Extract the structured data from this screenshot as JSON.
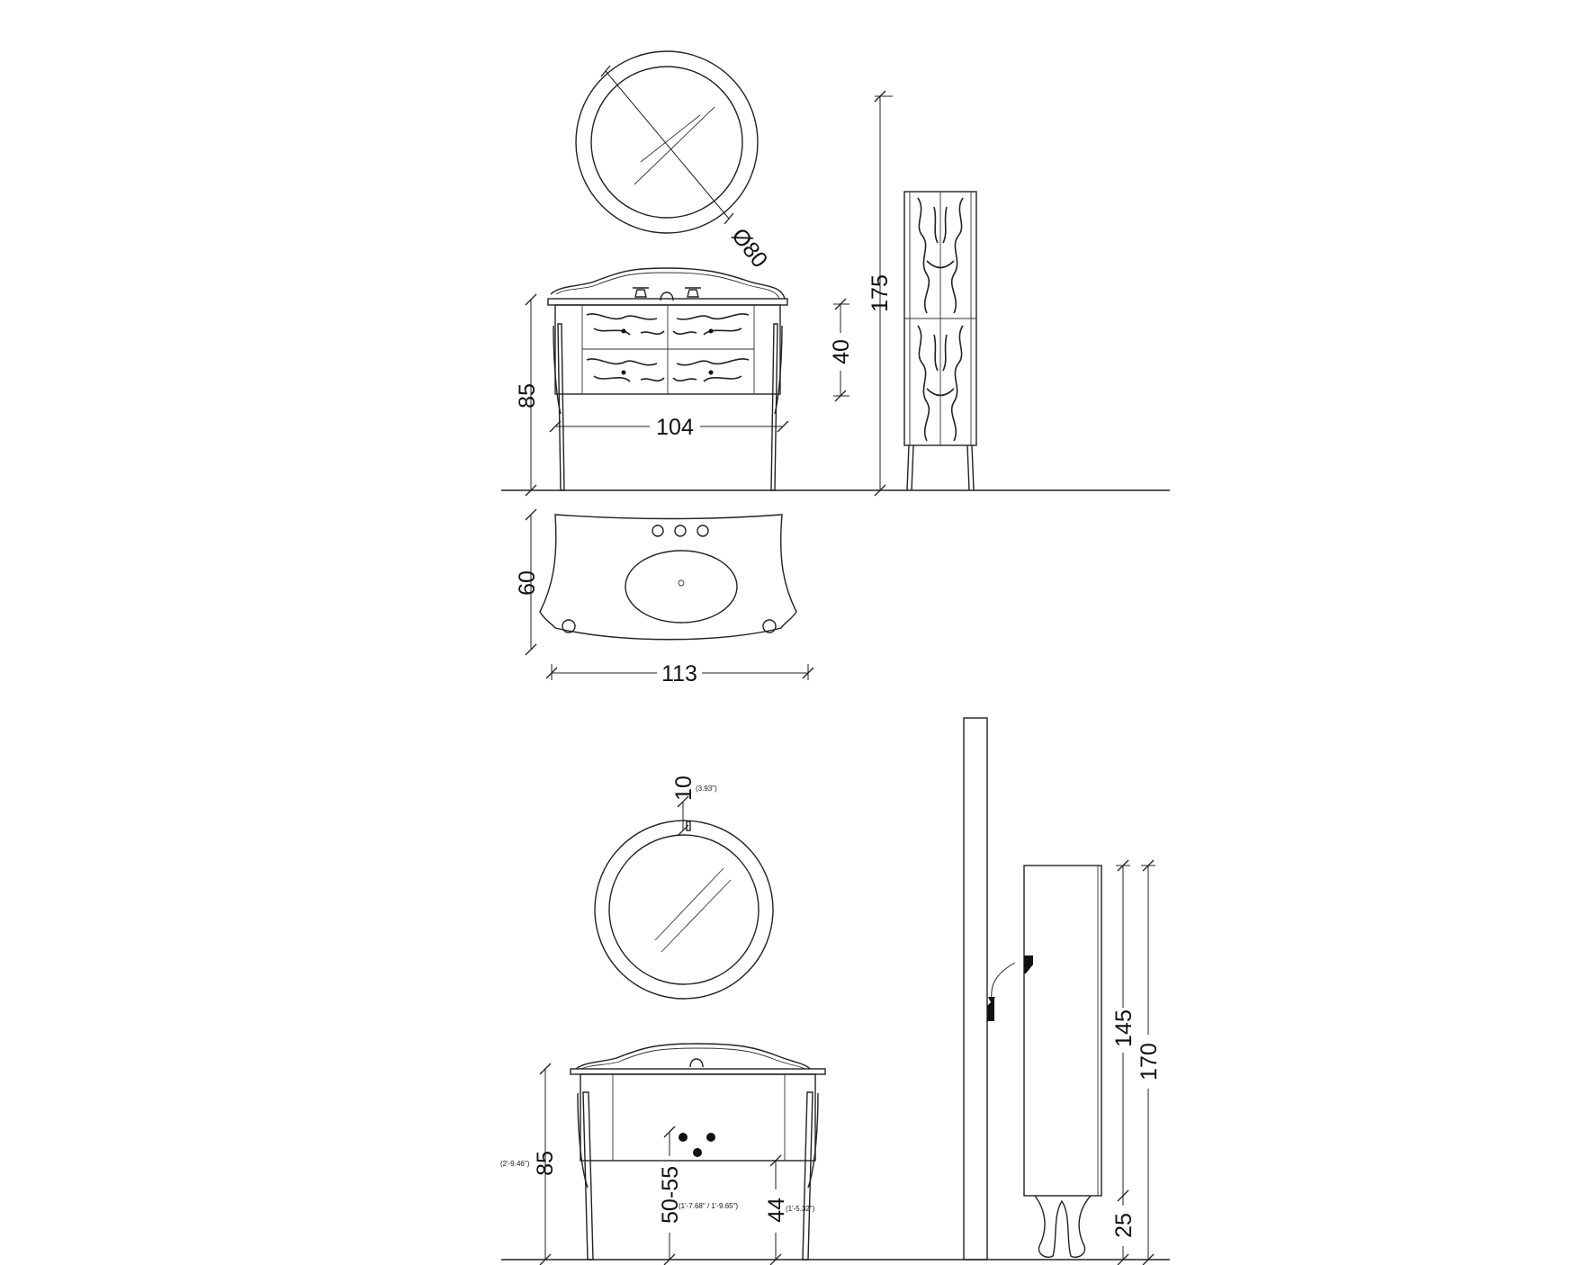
{
  "dimensions": {
    "mirror_diameter": "Ø80",
    "cabinet_height_top": "175",
    "vanity_height_top": "85",
    "drawer_height": "40",
    "vanity_width": "104",
    "top_depth": "60",
    "top_width": "113",
    "mirror_gap": "10",
    "mirror_gap_in": "(3.93\")",
    "vanity_height_bottom": "85",
    "vanity_height_bottom_in": "(2'-9.46\")",
    "drain_height": "50-55",
    "drain_height_in": "(1'-7.68\" / 1'-9.65\")",
    "leg_height": "44",
    "leg_height_in": "(1'-5.32\")",
    "column_body_height": "145",
    "column_total_height": "170",
    "column_foot_height": "25"
  },
  "colors": {
    "line": "#222222",
    "background": "#ffffff"
  }
}
